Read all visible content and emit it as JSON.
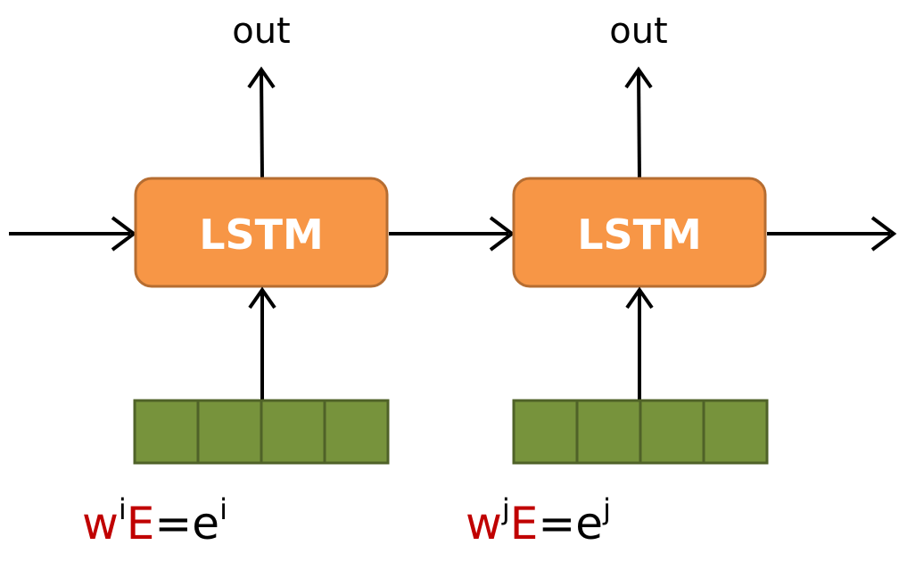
{
  "colors": {
    "lstm_fill": "#F79646",
    "lstm_stroke": "#B66D31",
    "embedding_fill": "#77933C",
    "embedding_stroke": "#4F6228",
    "arrow": "#000000",
    "text_red": "#C00000",
    "text_black": "#000000",
    "text_white": "#FFFFFF"
  },
  "cells": [
    {
      "lstm_label": "LSTM",
      "output_label": "out",
      "embedding_segments": 4,
      "formula": {
        "w": "w",
        "w_sup": "i",
        "E": "E",
        "eq": "=",
        "e": "e",
        "e_sup": "i"
      }
    },
    {
      "lstm_label": "LSTM",
      "output_label": "out",
      "embedding_segments": 4,
      "formula": {
        "w": "w",
        "w_sup": "j",
        "E": "E",
        "eq": "=",
        "e": "e",
        "e_sup": "j"
      }
    }
  ]
}
